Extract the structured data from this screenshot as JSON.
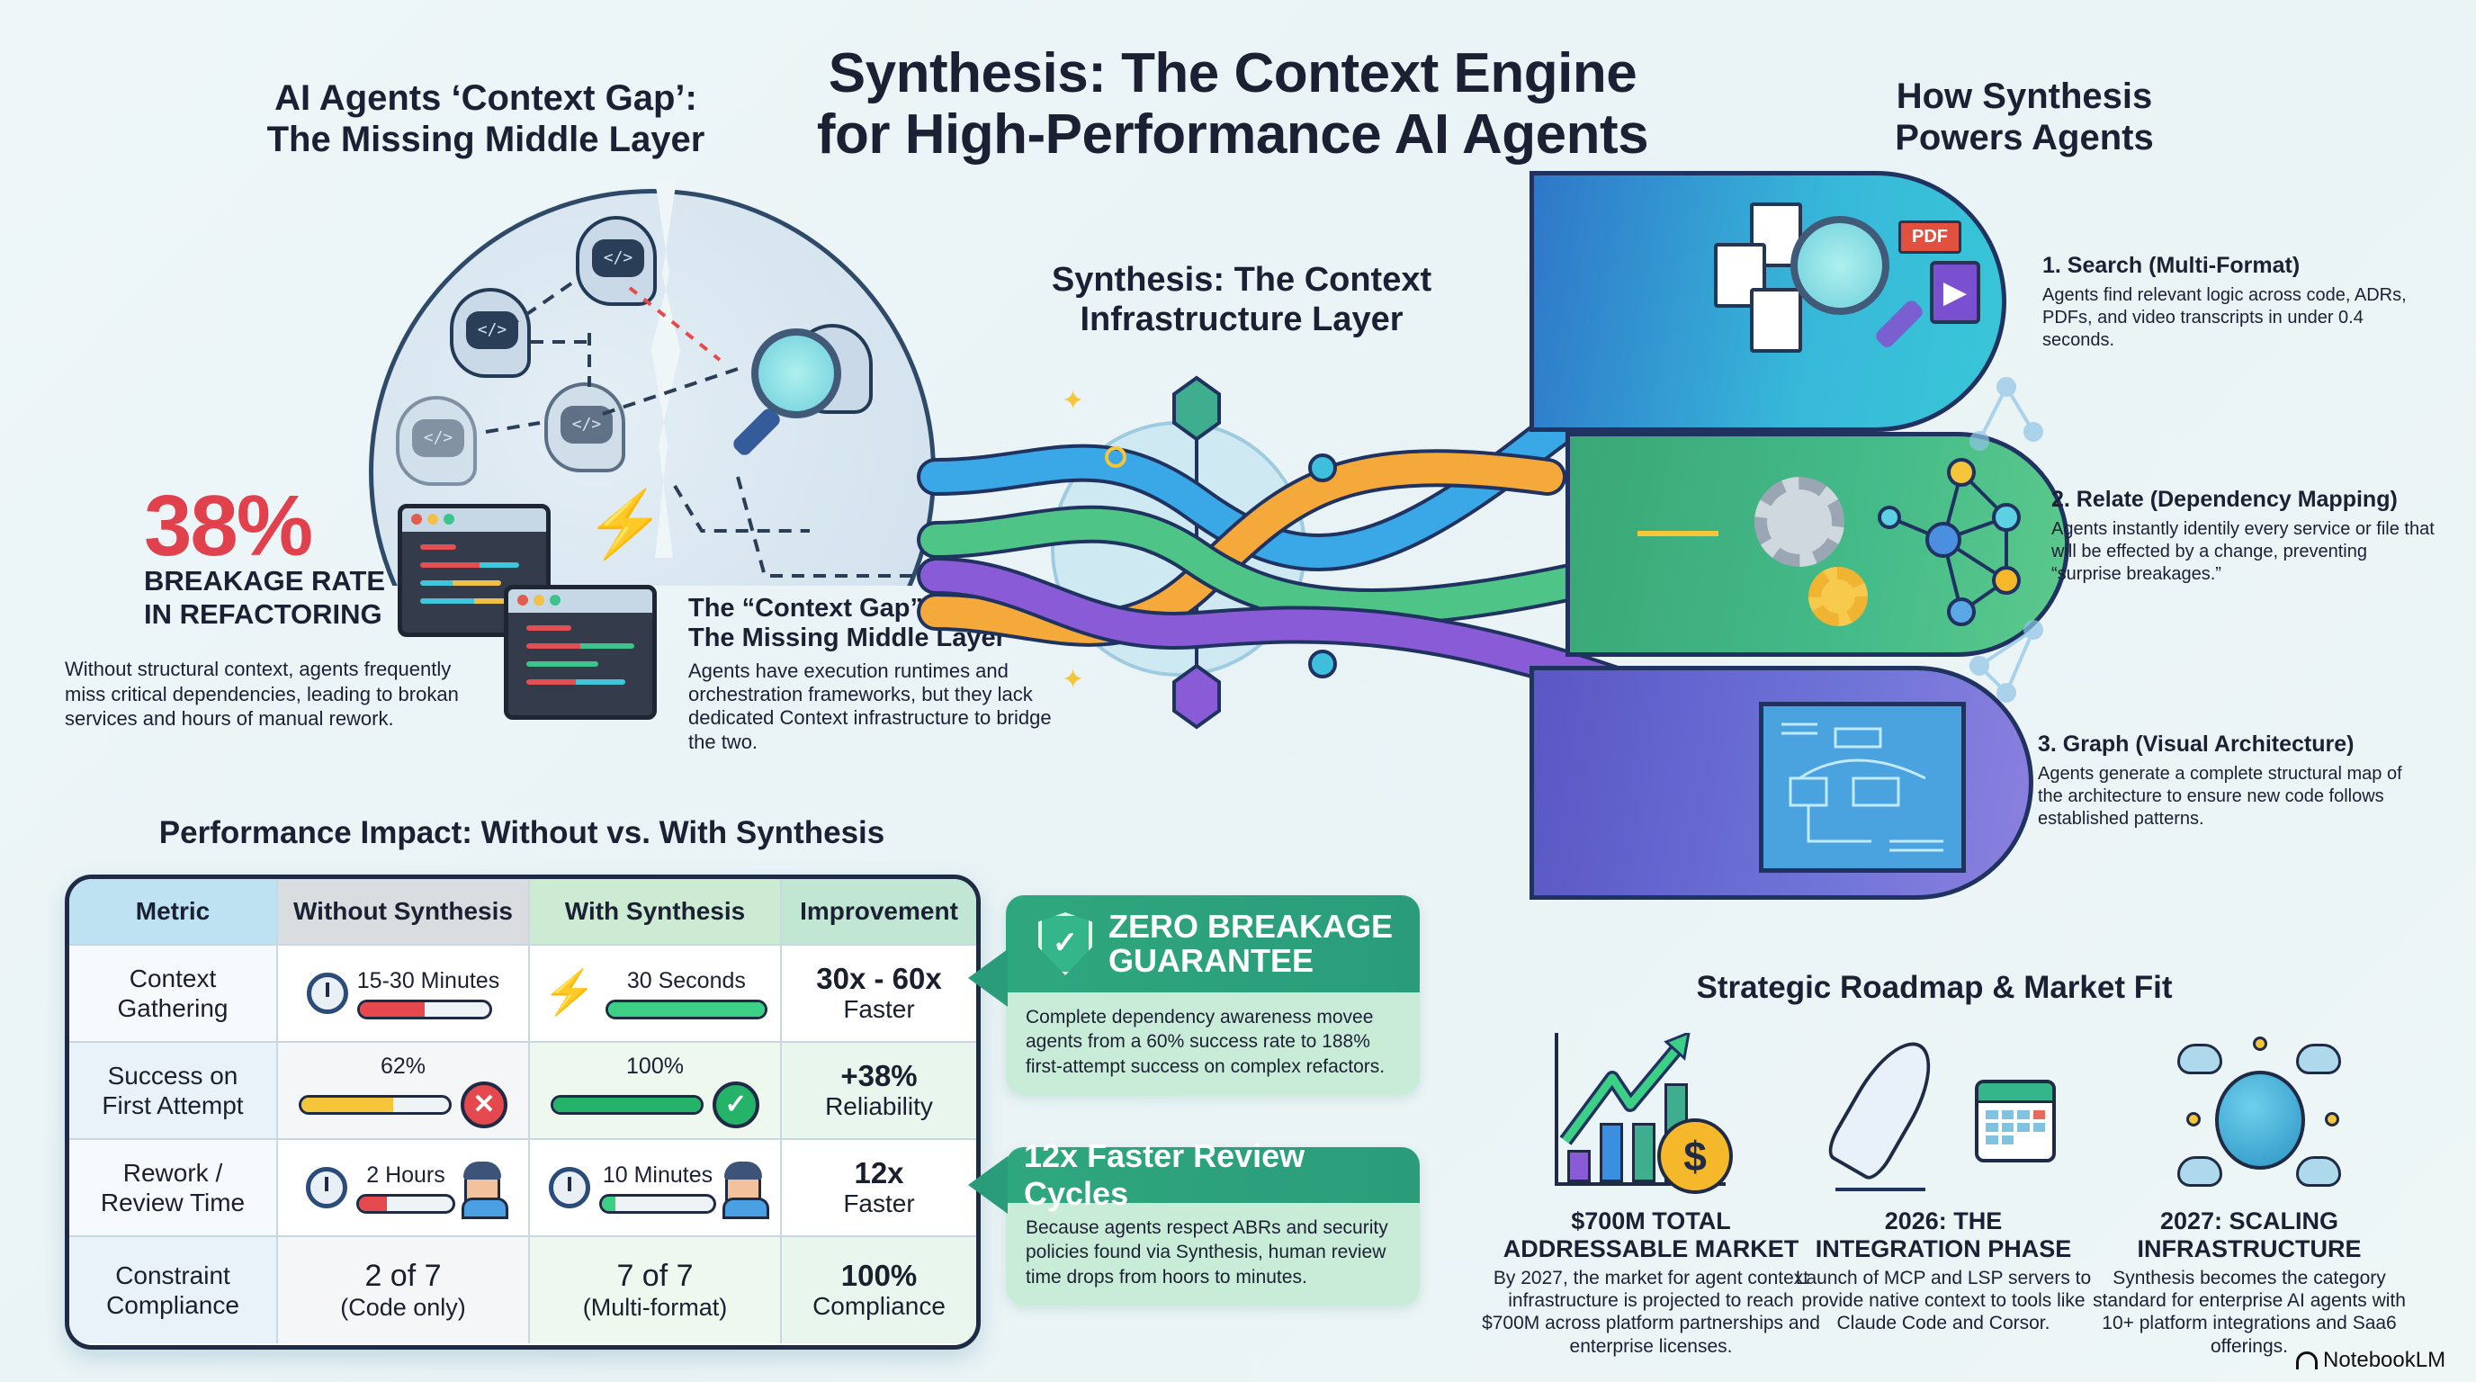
{
  "header": {
    "title_line1": "Synthesis: The Context Engine",
    "title_line2": "for High-Performance AI Agents"
  },
  "left_section": {
    "title_line1": "AI Agents ‘Context Gap’:",
    "title_line2": "The Missing Middle Layer",
    "stat": {
      "value": "38%",
      "label_line1": "BREAKAGE RATE",
      "label_line2": "IN REFACTORING",
      "description": "Without structural context, agents frequently miss critical dependencies, leading to brokan services and hours of manual rework."
    },
    "context_gap": {
      "heading_line1": "The “Context Gap”:",
      "heading_line2": "The Missing Middle Layer",
      "description": "Agents have execution runtimes and orchestration frameworks, but they lack dedicated Context infrastructure to bridge the two."
    },
    "head_icon_glyph": "</>"
  },
  "center_section": {
    "title_line1": "Synthesis: The Context",
    "title_line2": "Infrastructure Layer"
  },
  "right_section": {
    "title_line1": "How Synthesis",
    "title_line2": "Powers Agents",
    "pdf_label": "PDF",
    "play_glyph": "▶",
    "steps": [
      {
        "title": "1. Search (Multi-Format)",
        "description": "Agents find relevant logic across code, ADRs, PDFs, and video transcripts in under 0.4 seconds."
      },
      {
        "title": "2. Relate (Dependency Mapping)",
        "description": "Agents instantly identily every service or file that will be effected by a change, preventing “surprise breakages.”"
      },
      {
        "title": "3. Graph (Visual Architecture)",
        "description": "Agents generate a complete structural map of the architecture to ensure new code follows established patterns."
      }
    ]
  },
  "performance": {
    "title": "Performance Impact: Without vs. With Synthesis",
    "headers": [
      "Metric",
      "Without Synthesis",
      "With Synthesis",
      "Improvement"
    ],
    "rows": [
      {
        "metric_line1": "Context",
        "metric_line2": "Gathering",
        "without": "15-30 Minutes",
        "without_bar_pct": 50,
        "with": "30 Seconds",
        "with_bar_pct": 100,
        "improvement_main": "30x - 60x",
        "improvement_sub": "Faster"
      },
      {
        "metric_line1": "Success on",
        "metric_line2": "First Attempt",
        "without": "62%",
        "without_bar_pct": 62,
        "with": "100%",
        "with_bar_pct": 100,
        "improvement_main": "+38%",
        "improvement_sub": "Reliability"
      },
      {
        "metric_line1": "Rework /",
        "metric_line2": "Review Time",
        "without": "2 Hours",
        "without_bar_pct": 30,
        "with": "10 Minutes",
        "with_bar_pct": 8,
        "improvement_main": "12x",
        "improvement_sub": "Faster"
      },
      {
        "metric_line1": "Constraint",
        "metric_line2": "Compliance",
        "without": "2 of 7",
        "without_sub": "(Code only)",
        "with": "7 of 7",
        "with_sub": "(Multi-format)",
        "improvement_main": "100%",
        "improvement_sub": "Compliance"
      }
    ],
    "icons": {
      "x_glyph": "✕",
      "check_glyph": "✓",
      "bolt_glyph": "⚡"
    }
  },
  "callouts": [
    {
      "title_line1": "ZERO BREAKAGE",
      "title_line2": "GUARANTEE",
      "check_glyph": "✓",
      "description": "Complete dependency awareness movee agents from a 60% success rate to 188% first-attempt success on complex refactors."
    },
    {
      "title": "12x Faster Review Cycles",
      "description": "Because agents respect ABRs and security policies found via Synthesis, human review time drops from hoors to minutes."
    }
  ],
  "roadmap": {
    "title": "Strategic Roadmap & Market Fit",
    "coin_glyph": "$",
    "items": [
      {
        "title_line1": "$700M TOTAL",
        "title_line2": "ADDRESSABLE MARKET",
        "description": "By 2027, the market for agent context infrastructure is projected to reach $700M across platform partnerships and enterprise licenses."
      },
      {
        "title_line1": "2026: THE",
        "title_line2": "INTEGRATION PHASE",
        "description": "Launch of MCP and LSP servers to provide native context to tools like Claude Code and Corsor."
      },
      {
        "title_line1": "2027: SCALING",
        "title_line2": "INFRASTRUCTURE",
        "description": "Synthesis becomes the category standard for enterprise AI agents with 10+ platform integrations and Saa6 offerings."
      }
    ]
  },
  "watermark": {
    "label": "NotebookLM"
  },
  "colors": {
    "accent_red": "#e0414c",
    "accent_green": "#2fa77e",
    "table_border": "#1f2b44",
    "bar_red": "#e5484d",
    "bar_yellow": "#f5c53a",
    "bar_green": "#3ccf86",
    "lobe_blue": "#37b9d9",
    "lobe_green": "#45bb8a",
    "lobe_purple": "#6f74d8"
  }
}
